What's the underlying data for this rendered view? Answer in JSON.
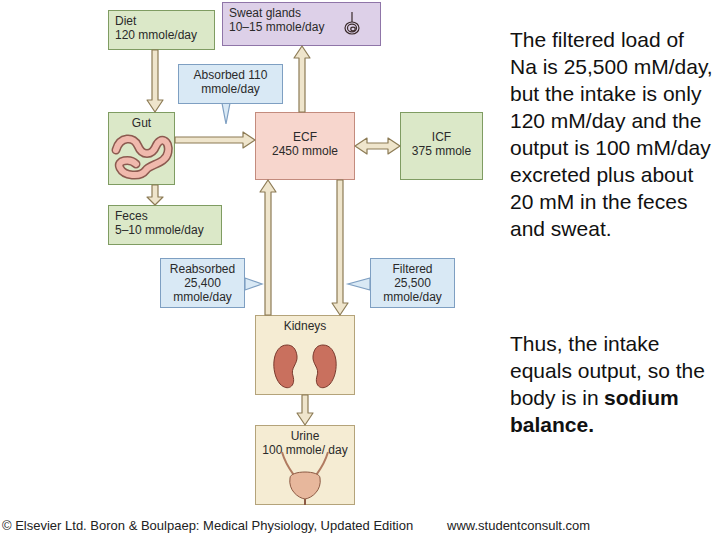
{
  "diagram": {
    "nodes": [
      {
        "text": [
          "Diet",
          "120 mmole/day"
        ]
      },
      {
        "text": [
          "Sweat glands",
          "10–15 mmole/day"
        ]
      },
      {
        "text": [
          "Gut"
        ]
      },
      {
        "text": [
          "ECF",
          "2450 mmole"
        ]
      },
      {
        "text": [
          "ICF",
          "375 mmole"
        ]
      },
      {
        "text": [
          "Feces",
          "5–10 mmole/day"
        ]
      },
      {
        "text": [
          "Kidneys"
        ]
      },
      {
        "text": [
          "Urine",
          "100 mmole/ day"
        ]
      }
    ],
    "edges": [
      {
        "from": 0,
        "to": 2,
        "arrow": "to"
      },
      {
        "from": 2,
        "to": 3,
        "label": "Absorbed 110 mmole/day",
        "arrow": "to"
      },
      {
        "from": 2,
        "to": 5,
        "arrow": "to"
      },
      {
        "from": 3,
        "to": 1,
        "arrow": "to"
      },
      {
        "from": 3,
        "to": 4,
        "arrow": "both"
      },
      {
        "from": 3,
        "to": 6,
        "label": "Filtered 25,500 mmole/day",
        "arrow": "to"
      },
      {
        "from": 6,
        "to": 3,
        "label": "Reabsorbed 25,400 mmole/day",
        "arrow": "to"
      },
      {
        "from": 6,
        "to": 7,
        "arrow": "to"
      }
    ],
    "labels": [
      "The filtered load of Na is 25,500 mM/day, but the intake is only 120 mM/day and the output is 100 mM/day excreted plus about 20 mM in the feces and sweat.",
      "Thus, the intake equals output, so the body is in",
      "sodium balance.",
      "© Elsevier Ltd. Boron & Boulpaep: Medical Physiology, Updated Edition",
      "www.studentconsult.com"
    ]
  }
}
